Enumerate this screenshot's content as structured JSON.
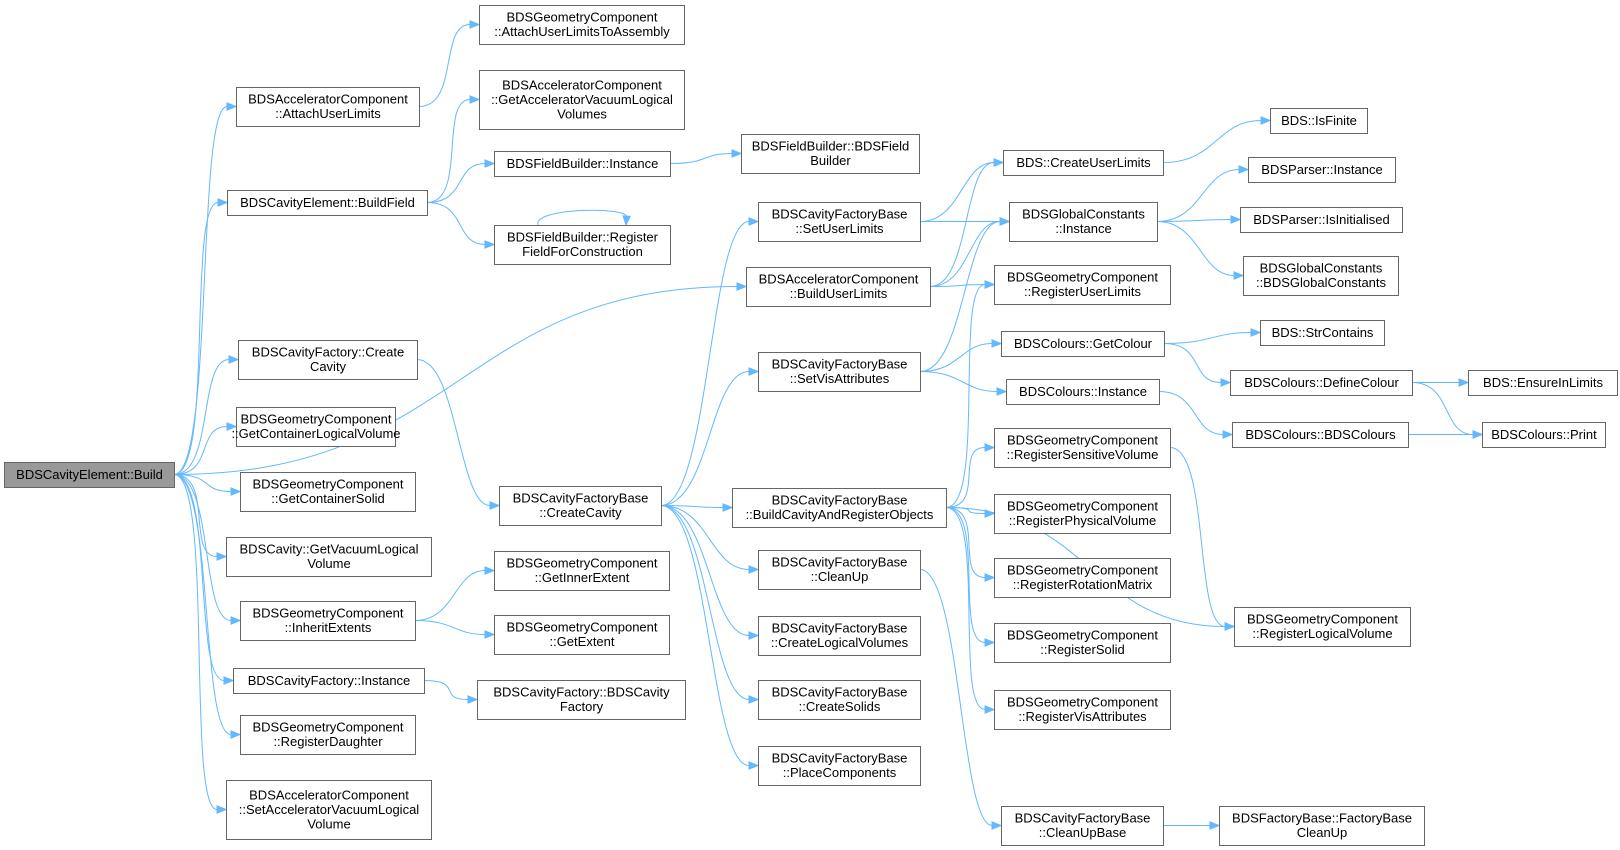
{
  "graph": {
    "root": "n_root",
    "colors": {
      "edge": "#63b8ff",
      "root_fill": "#999999",
      "node_border": "#666666"
    },
    "nodes": [
      {
        "id": "n_root",
        "lines": [
          "BDSCavityElement::Build"
        ]
      },
      {
        "id": "n_attachUL",
        "lines": [
          "BDSAcceleratorComponent",
          "::AttachUserLimits"
        ]
      },
      {
        "id": "n_buildField",
        "lines": [
          "BDSCavityElement::BuildField"
        ]
      },
      {
        "id": "n_createCavityF",
        "lines": [
          "BDSCavityFactory::Create",
          "Cavity"
        ]
      },
      {
        "id": "n_getContLV",
        "lines": [
          "BDSGeometryComponent",
          "::GetContainerLogicalVolume"
        ]
      },
      {
        "id": "n_getContSolid",
        "lines": [
          "BDSGeometryComponent",
          "::GetContainerSolid"
        ]
      },
      {
        "id": "n_getVacLV",
        "lines": [
          "BDSCavity::GetVacuumLogical",
          "Volume"
        ]
      },
      {
        "id": "n_inheritExt",
        "lines": [
          "BDSGeometryComponent",
          "::InheritExtents"
        ]
      },
      {
        "id": "n_cavFactInst",
        "lines": [
          "BDSCavityFactory::Instance"
        ]
      },
      {
        "id": "n_regDaughter",
        "lines": [
          "BDSGeometryComponent",
          "::RegisterDaughter"
        ]
      },
      {
        "id": "n_setAccVacLV",
        "lines": [
          "BDSAcceleratorComponent",
          "::SetAcceleratorVacuumLogical",
          "Volume"
        ]
      },
      {
        "id": "n_attachULAsm",
        "lines": [
          "BDSGeometryComponent",
          "::AttachUserLimitsToAssembly"
        ]
      },
      {
        "id": "n_getAccVacLV",
        "lines": [
          "BDSAcceleratorComponent",
          "::GetAcceleratorVacuumLogical",
          "Volumes"
        ]
      },
      {
        "id": "n_fbInstance",
        "lines": [
          "BDSFieldBuilder::Instance"
        ]
      },
      {
        "id": "n_fbRegister",
        "lines": [
          "BDSFieldBuilder::Register",
          "FieldForConstruction"
        ]
      },
      {
        "id": "n_fbCtor",
        "lines": [
          "BDSFieldBuilder::BDSField",
          "Builder"
        ]
      },
      {
        "id": "n_cfbCreateCav",
        "lines": [
          "BDSCavityFactoryBase",
          "::CreateCavity"
        ]
      },
      {
        "id": "n_getInnerExt",
        "lines": [
          "BDSGeometryComponent",
          "::GetInnerExtent"
        ]
      },
      {
        "id": "n_getExtent",
        "lines": [
          "BDSGeometryComponent",
          "::GetExtent"
        ]
      },
      {
        "id": "n_cfCtor",
        "lines": [
          "BDSCavityFactory::BDSCavity",
          "Factory"
        ]
      },
      {
        "id": "n_setUL",
        "lines": [
          "BDSCavityFactoryBase",
          "::SetUserLimits"
        ]
      },
      {
        "id": "n_buildUL",
        "lines": [
          "BDSAcceleratorComponent",
          "::BuildUserLimits"
        ]
      },
      {
        "id": "n_setVis",
        "lines": [
          "BDSCavityFactoryBase",
          "::SetVisAttributes"
        ]
      },
      {
        "id": "n_buildCavReg",
        "lines": [
          "BDSCavityFactoryBase",
          "::BuildCavityAndRegisterObjects"
        ]
      },
      {
        "id": "n_cleanUp",
        "lines": [
          "BDSCavityFactoryBase",
          "::CleanUp"
        ]
      },
      {
        "id": "n_createLV",
        "lines": [
          "BDSCavityFactoryBase",
          "::CreateLogicalVolumes"
        ]
      },
      {
        "id": "n_createSolids",
        "lines": [
          "BDSCavityFactoryBase",
          "::CreateSolids"
        ]
      },
      {
        "id": "n_placeComp",
        "lines": [
          "BDSCavityFactoryBase",
          "::PlaceComponents"
        ]
      },
      {
        "id": "n_createUL",
        "lines": [
          "BDS::CreateUserLimits"
        ]
      },
      {
        "id": "n_gcInstance",
        "lines": [
          "BDSGlobalConstants",
          "::Instance"
        ]
      },
      {
        "id": "n_regUL",
        "lines": [
          "BDSGeometryComponent",
          "::RegisterUserLimits"
        ]
      },
      {
        "id": "n_getColour",
        "lines": [
          "BDSColours::GetColour"
        ]
      },
      {
        "id": "n_colInstance",
        "lines": [
          "BDSColours::Instance"
        ]
      },
      {
        "id": "n_regSensVol",
        "lines": [
          "BDSGeometryComponent",
          "::RegisterSensitiveVolume"
        ]
      },
      {
        "id": "n_regPhysVol",
        "lines": [
          "BDSGeometryComponent",
          "::RegisterPhysicalVolume"
        ]
      },
      {
        "id": "n_regRotMat",
        "lines": [
          "BDSGeometryComponent",
          "::RegisterRotationMatrix"
        ]
      },
      {
        "id": "n_regSolid",
        "lines": [
          "BDSGeometryComponent",
          "::RegisterSolid"
        ]
      },
      {
        "id": "n_regVisAttr",
        "lines": [
          "BDSGeometryComponent",
          "::RegisterVisAttributes"
        ]
      },
      {
        "id": "n_cleanUpBase",
        "lines": [
          "BDSCavityFactoryBase",
          "::CleanUpBase"
        ]
      },
      {
        "id": "n_isFinite",
        "lines": [
          "BDS::IsFinite"
        ]
      },
      {
        "id": "n_parserInst",
        "lines": [
          "BDSParser::Instance"
        ]
      },
      {
        "id": "n_parserInit",
        "lines": [
          "BDSParser::IsInitialised"
        ]
      },
      {
        "id": "n_gcCtor",
        "lines": [
          "BDSGlobalConstants",
          "::BDSGlobalConstants"
        ]
      },
      {
        "id": "n_strContains",
        "lines": [
          "BDS::StrContains"
        ]
      },
      {
        "id": "n_defColour",
        "lines": [
          "BDSColours::DefineColour"
        ]
      },
      {
        "id": "n_colCtor",
        "lines": [
          "BDSColours::BDSColours"
        ]
      },
      {
        "id": "n_regLV",
        "lines": [
          "BDSGeometryComponent",
          "::RegisterLogicalVolume"
        ]
      },
      {
        "id": "n_fbCleanUp",
        "lines": [
          "BDSFactoryBase::FactoryBase",
          "CleanUp"
        ]
      },
      {
        "id": "n_ensureLimits",
        "lines": [
          "BDS::EnsureInLimits"
        ]
      },
      {
        "id": "n_colPrint",
        "lines": [
          "BDSColours::Print"
        ]
      }
    ],
    "edges": [
      [
        "n_root",
        "n_attachUL"
      ],
      [
        "n_root",
        "n_buildField"
      ],
      [
        "n_root",
        "n_buildUL"
      ],
      [
        "n_root",
        "n_createCavityF"
      ],
      [
        "n_root",
        "n_getContLV"
      ],
      [
        "n_root",
        "n_getContSolid"
      ],
      [
        "n_root",
        "n_getVacLV"
      ],
      [
        "n_root",
        "n_inheritExt"
      ],
      [
        "n_root",
        "n_cavFactInst"
      ],
      [
        "n_root",
        "n_regDaughter"
      ],
      [
        "n_root",
        "n_setAccVacLV"
      ],
      [
        "n_attachUL",
        "n_attachULAsm"
      ],
      [
        "n_buildField",
        "n_getAccVacLV"
      ],
      [
        "n_buildField",
        "n_fbInstance"
      ],
      [
        "n_buildField",
        "n_fbRegister"
      ],
      [
        "n_fbInstance",
        "n_fbCtor"
      ],
      [
        "n_fbRegister",
        "n_fbRegister"
      ],
      [
        "n_createCavityF",
        "n_cfbCreateCav"
      ],
      [
        "n_inheritExt",
        "n_getInnerExt"
      ],
      [
        "n_inheritExt",
        "n_getExtent"
      ],
      [
        "n_cavFactInst",
        "n_cfCtor"
      ],
      [
        "n_cfbCreateCav",
        "n_setUL"
      ],
      [
        "n_cfbCreateCav",
        "n_setVis"
      ],
      [
        "n_cfbCreateCav",
        "n_buildCavReg"
      ],
      [
        "n_cfbCreateCav",
        "n_cleanUp"
      ],
      [
        "n_cfbCreateCav",
        "n_createLV"
      ],
      [
        "n_cfbCreateCav",
        "n_createSolids"
      ],
      [
        "n_cfbCreateCav",
        "n_placeComp"
      ],
      [
        "n_setUL",
        "n_createUL"
      ],
      [
        "n_setUL",
        "n_gcInstance"
      ],
      [
        "n_buildUL",
        "n_createUL"
      ],
      [
        "n_buildUL",
        "n_gcInstance"
      ],
      [
        "n_buildUL",
        "n_regUL"
      ],
      [
        "n_setVis",
        "n_gcInstance"
      ],
      [
        "n_setVis",
        "n_getColour"
      ],
      [
        "n_setVis",
        "n_colInstance"
      ],
      [
        "n_buildCavReg",
        "n_regUL"
      ],
      [
        "n_buildCavReg",
        "n_regSensVol"
      ],
      [
        "n_buildCavReg",
        "n_regPhysVol"
      ],
      [
        "n_buildCavReg",
        "n_regRotMat"
      ],
      [
        "n_buildCavReg",
        "n_regSolid"
      ],
      [
        "n_buildCavReg",
        "n_regVisAttr"
      ],
      [
        "n_buildCavReg",
        "n_regLV"
      ],
      [
        "n_cleanUp",
        "n_cleanUpBase"
      ],
      [
        "n_createUL",
        "n_isFinite"
      ],
      [
        "n_gcInstance",
        "n_parserInst"
      ],
      [
        "n_gcInstance",
        "n_parserInit"
      ],
      [
        "n_gcInstance",
        "n_gcCtor"
      ],
      [
        "n_getColour",
        "n_strContains"
      ],
      [
        "n_getColour",
        "n_defColour"
      ],
      [
        "n_colInstance",
        "n_colCtor"
      ],
      [
        "n_regSensVol",
        "n_regLV"
      ],
      [
        "n_cleanUpBase",
        "n_fbCleanUp"
      ],
      [
        "n_defColour",
        "n_ensureLimits"
      ],
      [
        "n_defColour",
        "n_colPrint"
      ],
      [
        "n_colCtor",
        "n_colPrint"
      ]
    ]
  }
}
